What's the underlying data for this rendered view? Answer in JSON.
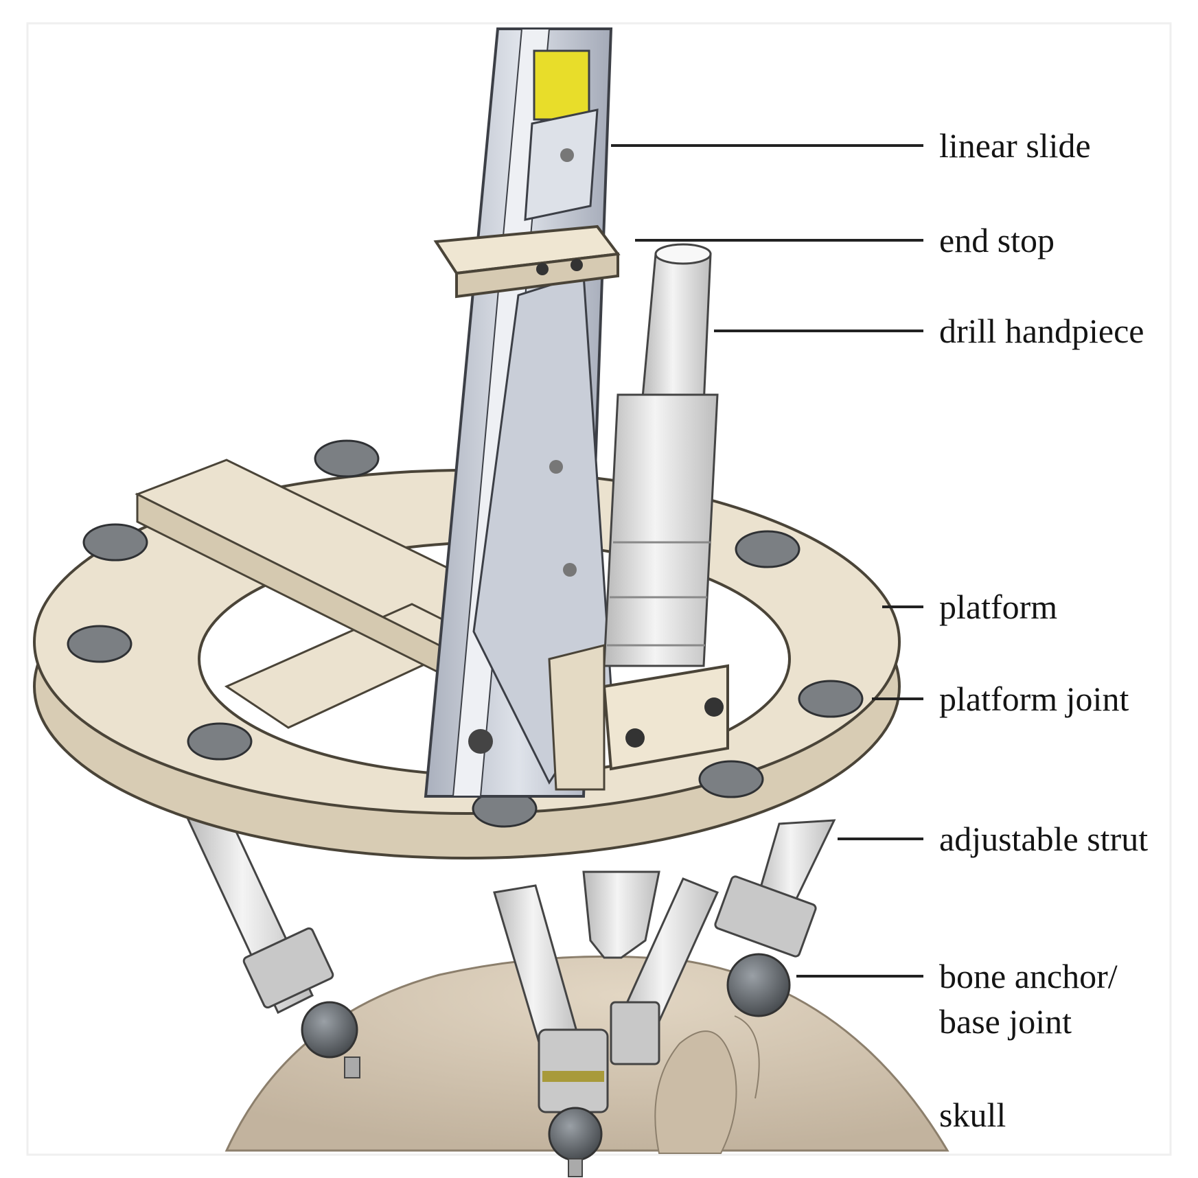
{
  "figure": {
    "labels": [
      {
        "id": "linear-slide",
        "text": "linear slide"
      },
      {
        "id": "end-stop",
        "text": "end stop"
      },
      {
        "id": "drill-handpiece",
        "text": "drill handpiece"
      },
      {
        "id": "platform",
        "text": "platform"
      },
      {
        "id": "platform-joint",
        "text": "platform joint"
      },
      {
        "id": "adjustable-strut",
        "text": "adjustable strut"
      },
      {
        "id": "bone-anchor-line1",
        "text": "bone anchor/"
      },
      {
        "id": "bone-anchor-line2",
        "text": "base joint"
      },
      {
        "id": "skull",
        "text": "skull"
      }
    ],
    "colors": {
      "platform": "#e7ddc8",
      "aluminum": "#c4c9d4",
      "skull": "#d3c5b1",
      "handpiece": "#eeeeee",
      "joint": "#6b6f74",
      "accent": "#e8dd2a"
    }
  }
}
